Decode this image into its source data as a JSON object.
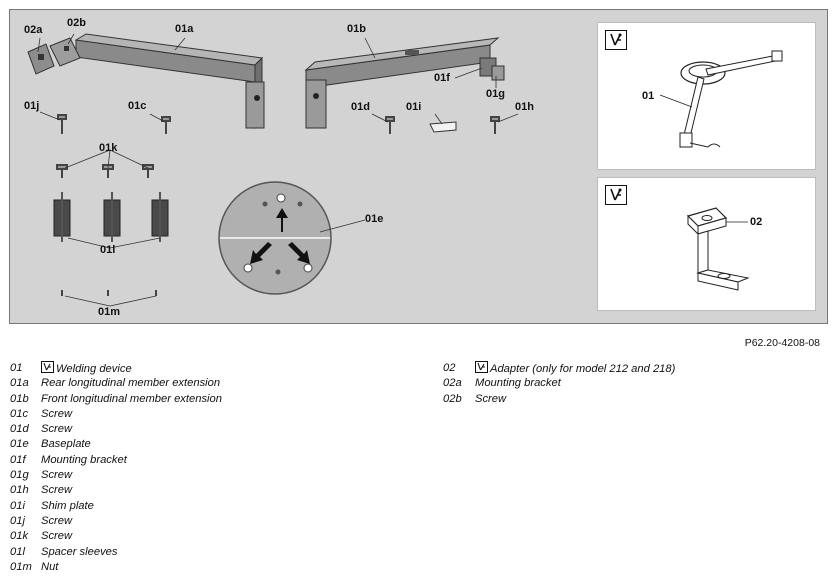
{
  "figure": {
    "labels": {
      "l02a": "02a",
      "l02b": "02b",
      "l01a": "01a",
      "l01b": "01b",
      "l01f": "01f",
      "l01g": "01g",
      "l01j": "01j",
      "l01c": "01c",
      "l01d": "01d",
      "l01i": "01i",
      "l01h": "01h",
      "l01k": "01k",
      "l01l": "01l",
      "l01e": "01e",
      "l01m": "01m",
      "inset1": "01",
      "inset2": "02"
    },
    "reference": "P62.20-4208-08"
  },
  "legend_left": [
    {
      "code": "01",
      "text": "Welding device",
      "icon": "welding-tool-icon"
    },
    {
      "code": "01a",
      "text": "Rear longitudinal member extension"
    },
    {
      "code": "01b",
      "text": "Front longitudinal member extension"
    },
    {
      "code": "01c",
      "text": "Screw"
    },
    {
      "code": "01d",
      "text": "Screw"
    },
    {
      "code": "01e",
      "text": "Baseplate"
    },
    {
      "code": "01f",
      "text": "Mounting bracket"
    },
    {
      "code": "01g",
      "text": "Screw"
    },
    {
      "code": "01h",
      "text": "Screw"
    },
    {
      "code": "01i",
      "text": "Shim plate"
    },
    {
      "code": "01j",
      "text": "Screw"
    },
    {
      "code": "01k",
      "text": "Screw"
    },
    {
      "code": "01l",
      "text": "Spacer sleeves"
    },
    {
      "code": "01m",
      "text": "Nut"
    }
  ],
  "legend_right": [
    {
      "code": "02",
      "text": "Adapter (only for model 212 and 218)",
      "icon": "welding-tool-icon"
    },
    {
      "code": "02a",
      "text": "Mounting bracket"
    },
    {
      "code": "02b",
      "text": "Screw"
    }
  ]
}
